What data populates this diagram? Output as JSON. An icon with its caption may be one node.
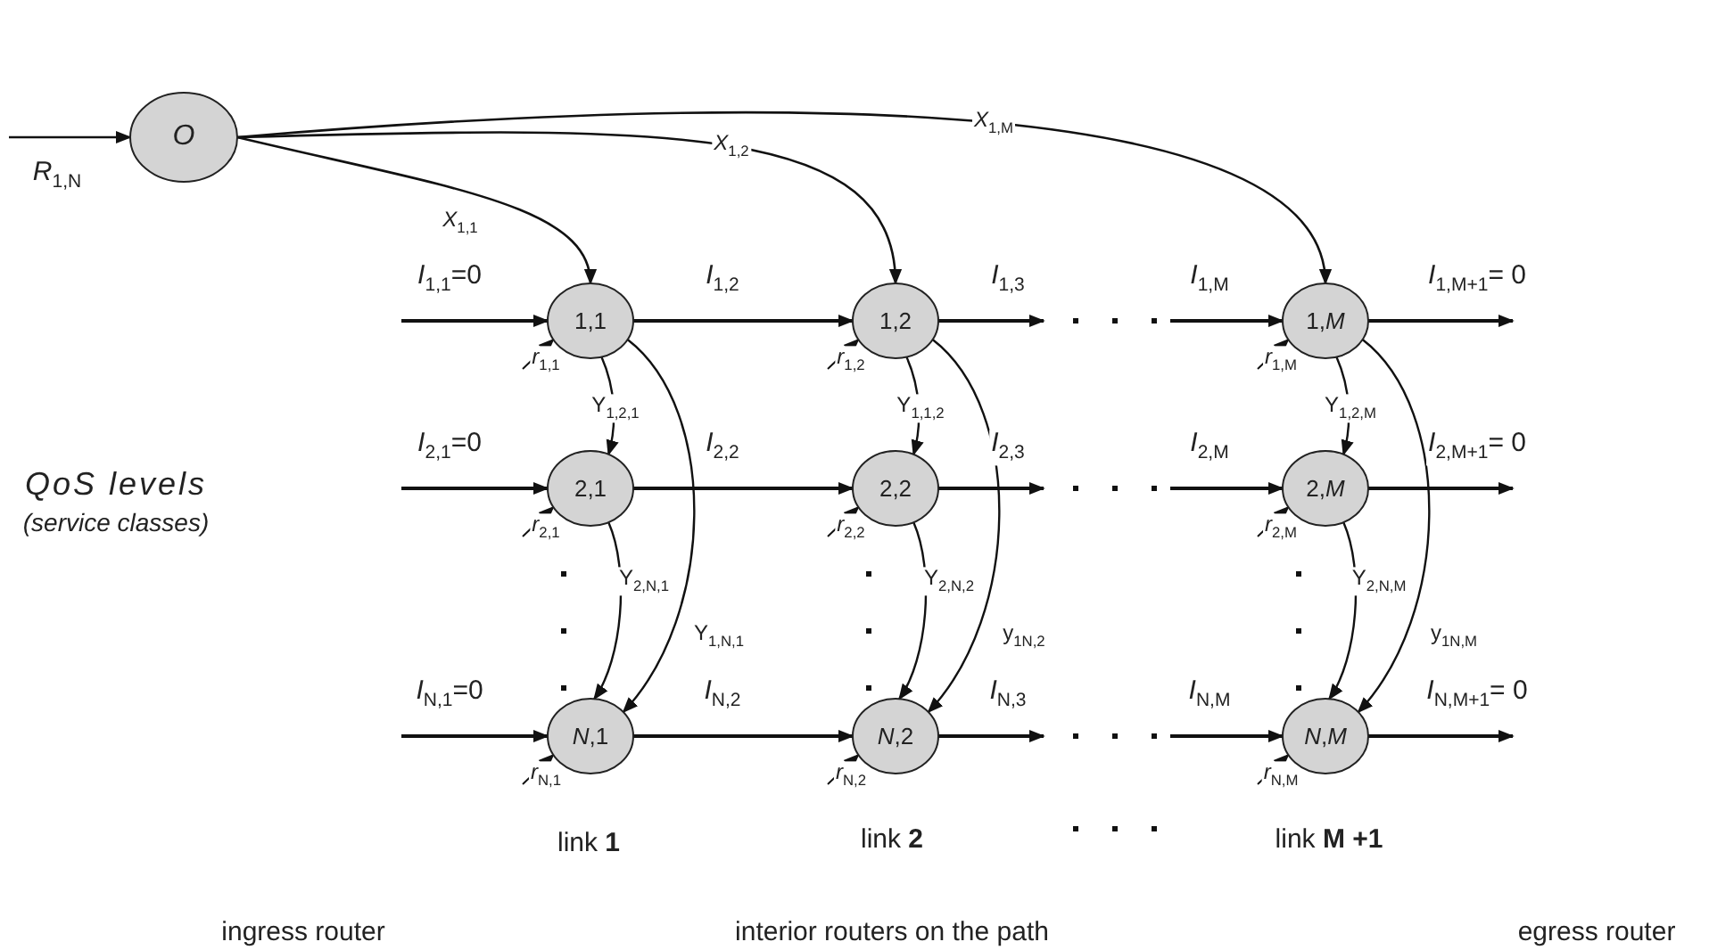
{
  "diagram": {
    "nodes": [
      {
        "text": [
          "*O*"
        ]
      },
      {
        "text": [
          "1,1"
        ]
      },
      {
        "text": [
          "1,2"
        ]
      },
      {
        "text": [
          "1,*M*"
        ]
      },
      {
        "text": [
          "2,1"
        ]
      },
      {
        "text": [
          "2,2"
        ]
      },
      {
        "text": [
          "2,*M*"
        ]
      },
      {
        "text": [
          "*N*,1"
        ]
      },
      {
        "text": [
          "*N*,2"
        ]
      },
      {
        "text": [
          "*N*,*M*"
        ]
      }
    ],
    "edges": [
      {
        "from": null,
        "to": 0,
        "arrow": "to",
        "label": "*R*$_{1,N}$"
      },
      {
        "from": 0,
        "to": 1,
        "arrow": "to",
        "label": "*X*$_{1,1}$"
      },
      {
        "from": 0,
        "to": 2,
        "arrow": "to",
        "label": "*X*$_{1,2}$"
      },
      {
        "from": 0,
        "to": 3,
        "arrow": "to",
        "label": "*X*$_{1,M}$"
      },
      {
        "from": null,
        "to": 1,
        "arrow": "to",
        "label": "*I*$_{1,1}$=0"
      },
      {
        "from": null,
        "to": 1,
        "arrow": "to",
        "label": "*r*$_{1,1}$"
      },
      {
        "from": 1,
        "to": 2,
        "arrow": "to",
        "label": "*I*$_{1,2}$"
      },
      {
        "from": null,
        "to": 2,
        "arrow": "to",
        "label": "*r*$_{1,2}$"
      },
      {
        "from": 2,
        "to": null,
        "arrow": "to",
        "label": "*I*$_{1,3}$"
      },
      {
        "from": null,
        "to": 3,
        "arrow": "to",
        "label": "*I*$_{1,M}$"
      },
      {
        "from": null,
        "to": 3,
        "arrow": "to",
        "label": "*r*$_{1,M}$"
      },
      {
        "from": 3,
        "to": null,
        "arrow": "to",
        "label": "*I*$_{1,M+1}$= 0"
      },
      {
        "from": null,
        "to": 4,
        "arrow": "to",
        "label": "*I*$_{2,1}$=0"
      },
      {
        "from": null,
        "to": 4,
        "arrow": "to",
        "label": "*r*$_{2,1}$"
      },
      {
        "from": 4,
        "to": 5,
        "arrow": "to",
        "label": "*I*$_{2,2}$"
      },
      {
        "from": null,
        "to": 5,
        "arrow": "to",
        "label": "*r*$_{2,2}$"
      },
      {
        "from": 5,
        "to": null,
        "arrow": "to",
        "label": "*I*$_{2,3}$"
      },
      {
        "from": null,
        "to": 6,
        "arrow": "to",
        "label": "*I*$_{2,M}$"
      },
      {
        "from": null,
        "to": 6,
        "arrow": "to",
        "label": "*r*$_{2,M}$"
      },
      {
        "from": 6,
        "to": null,
        "arrow": "to",
        "label": "*I*$_{2,M+1}$= 0"
      },
      {
        "from": null,
        "to": 7,
        "arrow": "to",
        "label": "*I*$_{N,1}$=0"
      },
      {
        "from": null,
        "to": 7,
        "arrow": "to",
        "label": "*r*$_{N,1}$"
      },
      {
        "from": 7,
        "to": 8,
        "arrow": "to",
        "label": "*I*$_{N,2}$"
      },
      {
        "from": null,
        "to": 8,
        "arrow": "to",
        "label": "*r*$_{N,2}$"
      },
      {
        "from": 8,
        "to": null,
        "arrow": "to",
        "label": "*I*$_{N,3}$"
      },
      {
        "from": null,
        "to": 9,
        "arrow": "to",
        "label": "*I*$_{N,M}$"
      },
      {
        "from": null,
        "to": 9,
        "arrow": "to",
        "label": "*r*$_{N,M}$"
      },
      {
        "from": 9,
        "to": null,
        "arrow": "to",
        "label": "*I*$_{N,M+1}$= 0"
      },
      {
        "from": 1,
        "to": 4,
        "arrow": "to",
        "label": "Y$_{1,2,1}$"
      },
      {
        "from": 1,
        "to": 7,
        "arrow": "to",
        "label": "Y$_{1,N,1}$"
      },
      {
        "from": 4,
        "to": 7,
        "arrow": "to",
        "label": "Y$_{2,N,1}$"
      },
      {
        "from": 2,
        "to": 5,
        "arrow": "to",
        "label": "Y$_{1,1,2}$"
      },
      {
        "from": 2,
        "to": 8,
        "arrow": "to",
        "label": "y$_{1N,2}$"
      },
      {
        "from": 5,
        "to": 8,
        "arrow": "to",
        "label": "Y$_{2,N,2}$"
      },
      {
        "from": 3,
        "to": 6,
        "arrow": "to",
        "label": "Y$_{1,2,M}$"
      },
      {
        "from": 3,
        "to": 9,
        "arrow": "to",
        "label": "y$_{1N,M}$"
      },
      {
        "from": 6,
        "to": 9,
        "arrow": "to",
        "label": "Y$_{2,N,M}$"
      }
    ],
    "labels": [
      "QoS levels",
      "(service classes)",
      "link **1**",
      "link **2**",
      "link **M +1**",
      "ingress router",
      "interior routers on the path",
      "egress router"
    ]
  }
}
